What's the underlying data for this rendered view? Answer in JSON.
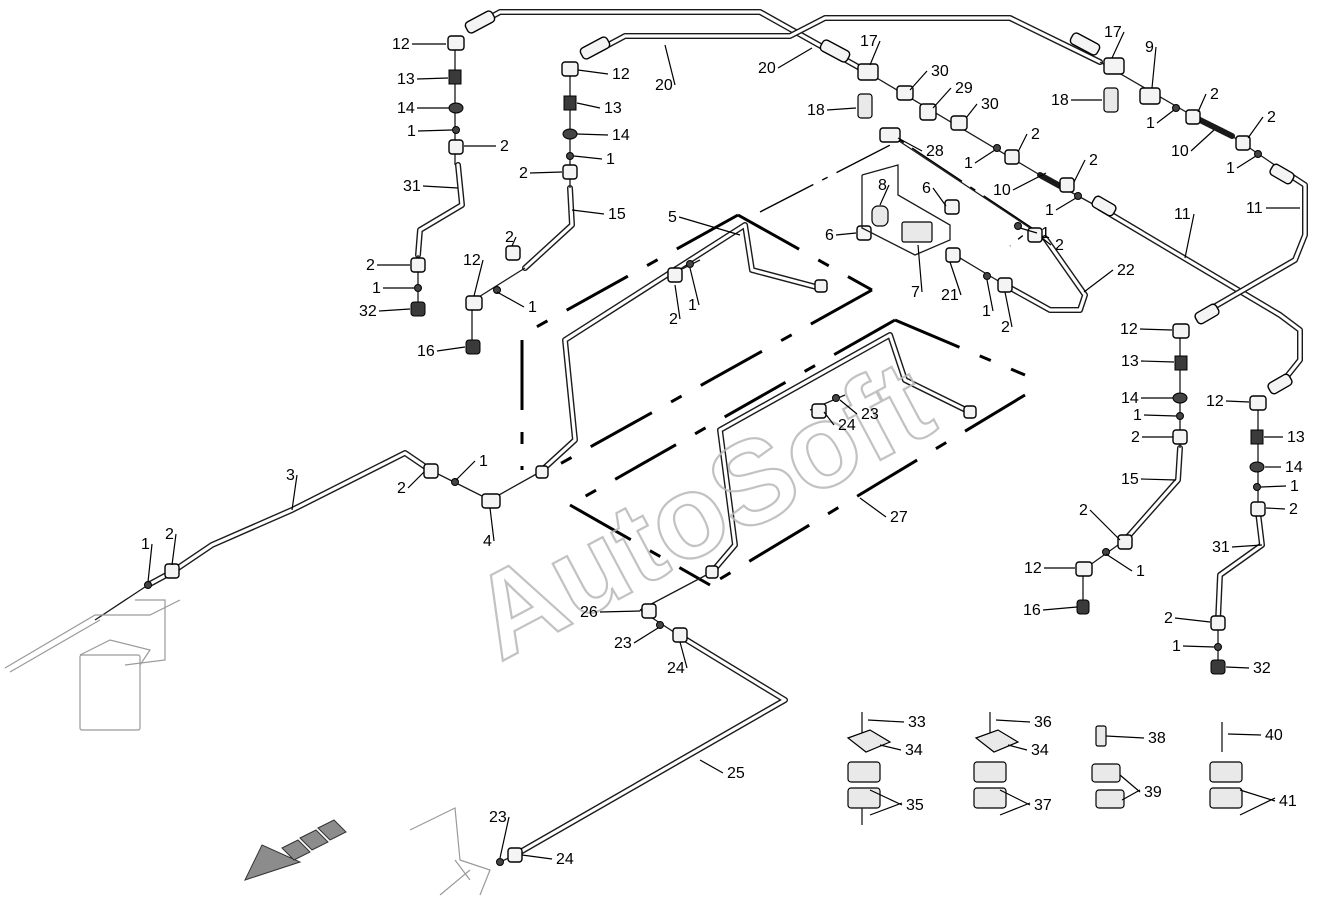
{
  "diagram": {
    "watermark": "AutoSoft",
    "callouts": [
      {
        "id": "c-1a",
        "text": "1"
      },
      {
        "id": "c-1b",
        "text": "1"
      },
      {
        "id": "c-1c",
        "text": "1"
      },
      {
        "id": "c-1d",
        "text": "1"
      },
      {
        "id": "c-1e",
        "text": "1"
      },
      {
        "id": "c-1f",
        "text": "1"
      },
      {
        "id": "c-1g",
        "text": "1"
      },
      {
        "id": "c-1h",
        "text": "1"
      },
      {
        "id": "c-1i",
        "text": "1"
      },
      {
        "id": "c-1j",
        "text": "1"
      },
      {
        "id": "c-1k",
        "text": "1"
      },
      {
        "id": "c-1l",
        "text": "1"
      },
      {
        "id": "c-1m",
        "text": "1"
      },
      {
        "id": "c-1n",
        "text": "1"
      },
      {
        "id": "c-1o",
        "text": "1"
      },
      {
        "id": "c-1p",
        "text": "1"
      },
      {
        "id": "c-1q",
        "text": "1"
      },
      {
        "id": "c-1r",
        "text": "1"
      },
      {
        "id": "c-2a",
        "text": "2"
      },
      {
        "id": "c-2b",
        "text": "2"
      },
      {
        "id": "c-2c",
        "text": "2"
      },
      {
        "id": "c-2d",
        "text": "2"
      },
      {
        "id": "c-2e",
        "text": "2"
      },
      {
        "id": "c-2f",
        "text": "2"
      },
      {
        "id": "c-2g",
        "text": "2"
      },
      {
        "id": "c-2h",
        "text": "2"
      },
      {
        "id": "c-2i",
        "text": "2"
      },
      {
        "id": "c-2j",
        "text": "2"
      },
      {
        "id": "c-2k",
        "text": "2"
      },
      {
        "id": "c-2l",
        "text": "2"
      },
      {
        "id": "c-2m",
        "text": "2"
      },
      {
        "id": "c-2n",
        "text": "2"
      },
      {
        "id": "c-2o",
        "text": "2"
      },
      {
        "id": "c-2p",
        "text": "2"
      },
      {
        "id": "c-2q",
        "text": "2"
      },
      {
        "id": "c-3",
        "text": "3"
      },
      {
        "id": "c-4",
        "text": "4"
      },
      {
        "id": "c-5",
        "text": "5"
      },
      {
        "id": "c-6a",
        "text": "6"
      },
      {
        "id": "c-6b",
        "text": "6"
      },
      {
        "id": "c-7",
        "text": "7"
      },
      {
        "id": "c-8",
        "text": "8"
      },
      {
        "id": "c-9",
        "text": "9"
      },
      {
        "id": "c-10a",
        "text": "10"
      },
      {
        "id": "c-10b",
        "text": "10"
      },
      {
        "id": "c-11a",
        "text": "11"
      },
      {
        "id": "c-11b",
        "text": "11"
      },
      {
        "id": "c-12a",
        "text": "12"
      },
      {
        "id": "c-12b",
        "text": "12"
      },
      {
        "id": "c-12c",
        "text": "12"
      },
      {
        "id": "c-12d",
        "text": "12"
      },
      {
        "id": "c-12e",
        "text": "12"
      },
      {
        "id": "c-12f",
        "text": "12"
      },
      {
        "id": "c-13a",
        "text": "13"
      },
      {
        "id": "c-13b",
        "text": "13"
      },
      {
        "id": "c-13c",
        "text": "13"
      },
      {
        "id": "c-13d",
        "text": "13"
      },
      {
        "id": "c-14a",
        "text": "14"
      },
      {
        "id": "c-14b",
        "text": "14"
      },
      {
        "id": "c-14c",
        "text": "14"
      },
      {
        "id": "c-14d",
        "text": "14"
      },
      {
        "id": "c-15a",
        "text": "15"
      },
      {
        "id": "c-15b",
        "text": "15"
      },
      {
        "id": "c-16a",
        "text": "16"
      },
      {
        "id": "c-16b",
        "text": "16"
      },
      {
        "id": "c-17a",
        "text": "17"
      },
      {
        "id": "c-17b",
        "text": "17"
      },
      {
        "id": "c-18a",
        "text": "18"
      },
      {
        "id": "c-18b",
        "text": "18"
      },
      {
        "id": "c-20a",
        "text": "20"
      },
      {
        "id": "c-20b",
        "text": "20"
      },
      {
        "id": "c-21",
        "text": "21"
      },
      {
        "id": "c-22",
        "text": "22"
      },
      {
        "id": "c-23a",
        "text": "23"
      },
      {
        "id": "c-23b",
        "text": "23"
      },
      {
        "id": "c-23c",
        "text": "23"
      },
      {
        "id": "c-24a",
        "text": "24"
      },
      {
        "id": "c-24b",
        "text": "24"
      },
      {
        "id": "c-24c",
        "text": "24"
      },
      {
        "id": "c-25",
        "text": "25"
      },
      {
        "id": "c-26",
        "text": "26"
      },
      {
        "id": "c-27",
        "text": "27"
      },
      {
        "id": "c-28",
        "text": "28"
      },
      {
        "id": "c-29",
        "text": "29"
      },
      {
        "id": "c-30a",
        "text": "30"
      },
      {
        "id": "c-30b",
        "text": "30"
      },
      {
        "id": "c-31a",
        "text": "31"
      },
      {
        "id": "c-31b",
        "text": "31"
      },
      {
        "id": "c-32a",
        "text": "32"
      },
      {
        "id": "c-32b",
        "text": "32"
      },
      {
        "id": "c-33",
        "text": "33"
      },
      {
        "id": "c-34a",
        "text": "34"
      },
      {
        "id": "c-34b",
        "text": "34"
      },
      {
        "id": "c-35",
        "text": "35"
      },
      {
        "id": "c-36",
        "text": "36"
      },
      {
        "id": "c-37",
        "text": "37"
      },
      {
        "id": "c-38",
        "text": "38"
      },
      {
        "id": "c-39",
        "text": "39"
      },
      {
        "id": "c-40",
        "text": "40"
      },
      {
        "id": "c-41",
        "text": "41"
      }
    ]
  }
}
